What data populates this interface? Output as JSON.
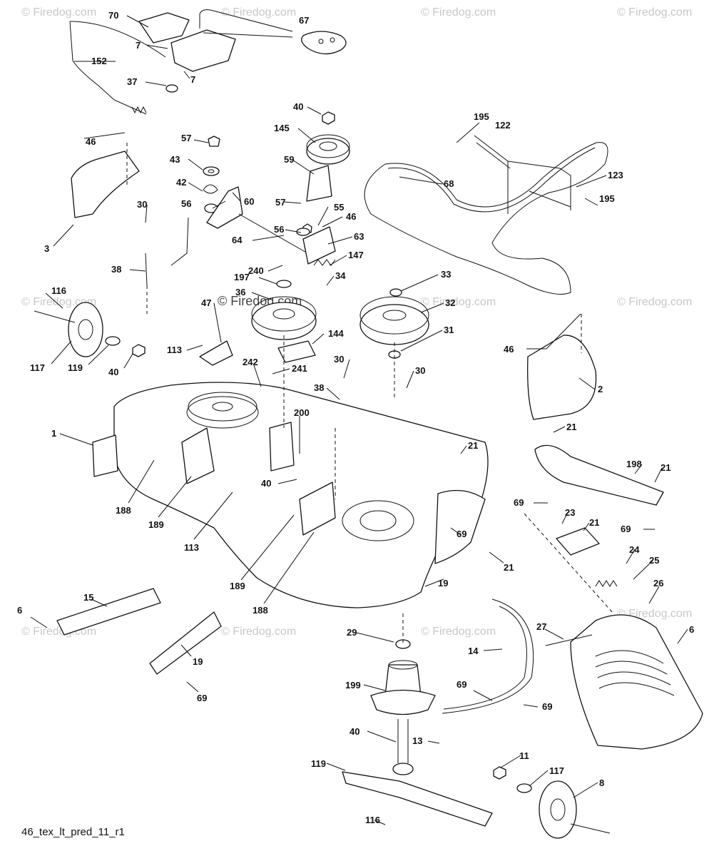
{
  "watermark": "© Firedog.com",
  "caption": "46_tex_lt_pred_11_r1",
  "callouts": [
    "70",
    "67",
    "7",
    "7",
    "152",
    "37",
    "40",
    "145",
    "195",
    "122",
    "46",
    "57",
    "43",
    "59",
    "42",
    "56",
    "60",
    "57",
    "55",
    "46",
    "68",
    "123",
    "195",
    "30",
    "56",
    "64",
    "63",
    "147",
    "3",
    "38",
    "240",
    "34",
    "197",
    "33",
    "36",
    "32",
    "116",
    "47",
    "31",
    "144",
    "113",
    "117",
    "119",
    "40",
    "242",
    "241",
    "30",
    "30",
    "46",
    "2",
    "38",
    "200",
    "1",
    "21",
    "40",
    "21",
    "198",
    "188",
    "189",
    "113",
    "69",
    "21",
    "69",
    "23",
    "69",
    "21",
    "24",
    "25",
    "26",
    "189",
    "188",
    "21",
    "19",
    "6",
    "15",
    "29",
    "27",
    "6",
    "19",
    "69",
    "14",
    "199",
    "69",
    "69",
    "13",
    "40",
    "11",
    "119",
    "117",
    "8",
    "116"
  ]
}
